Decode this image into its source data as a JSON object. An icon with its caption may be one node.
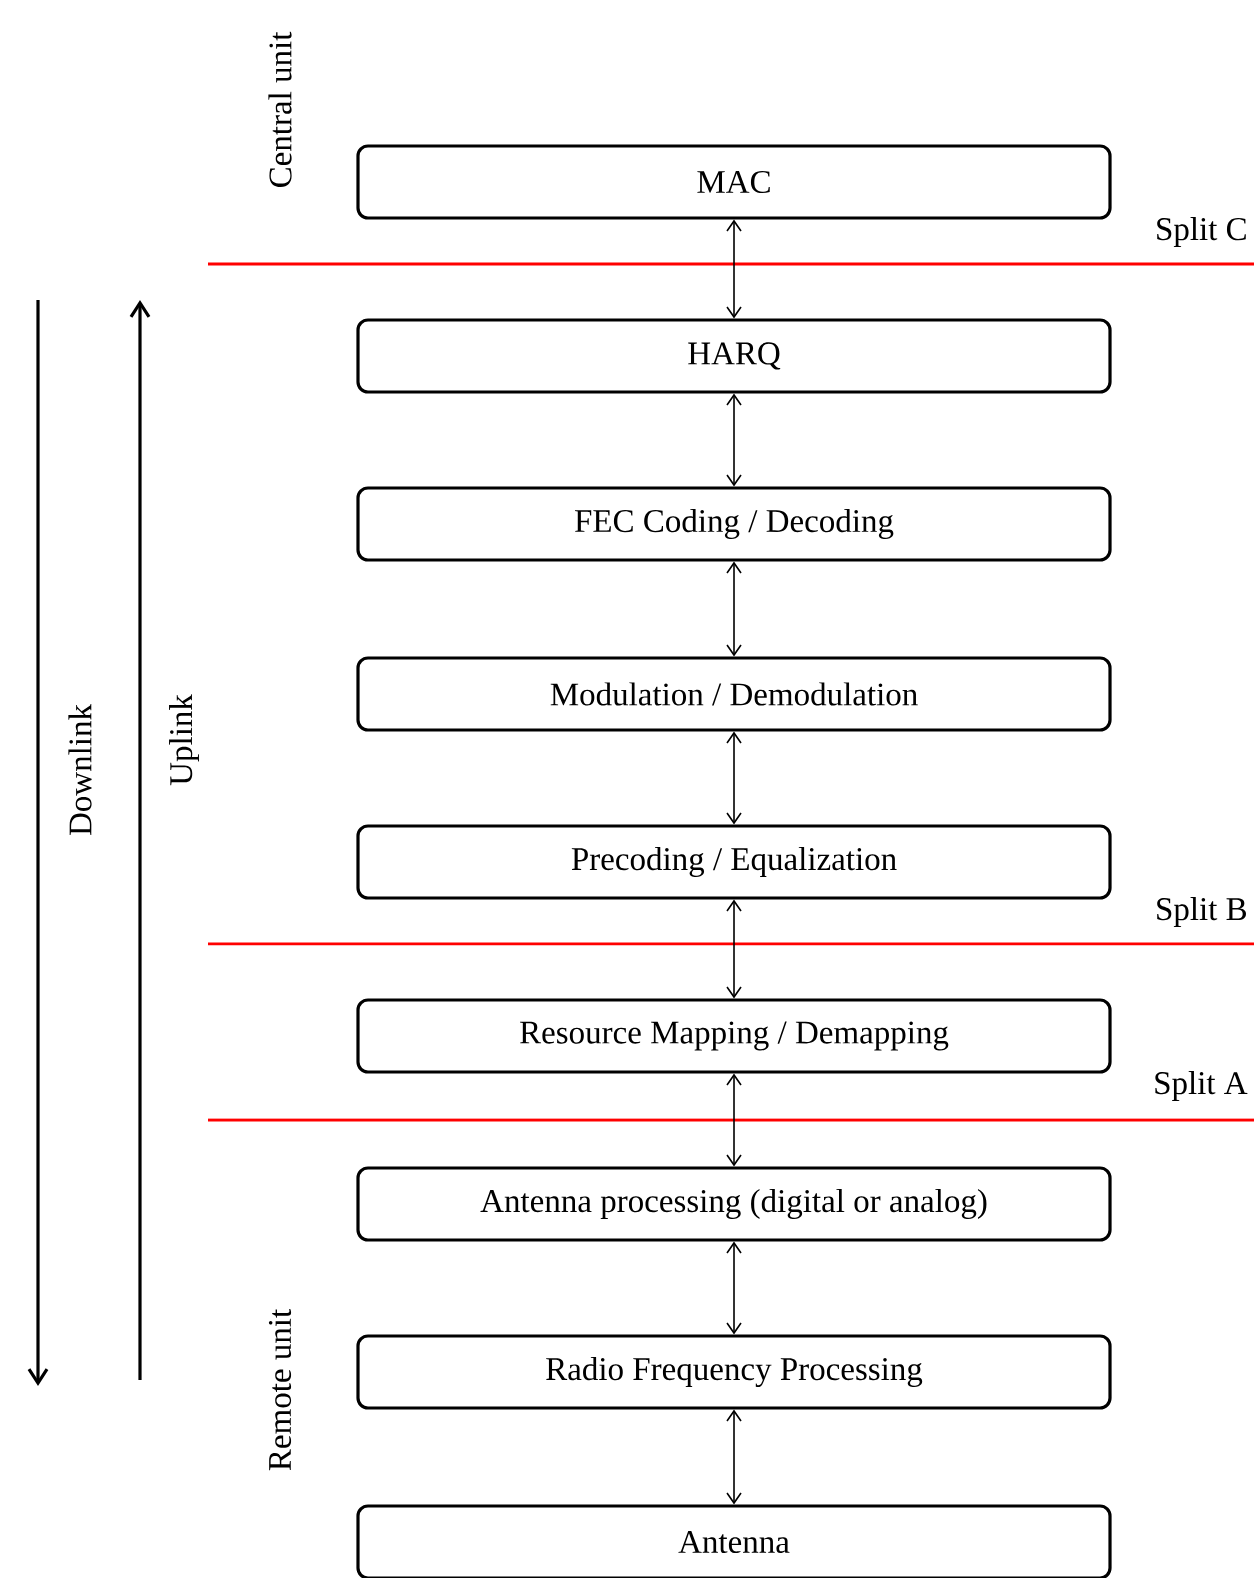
{
  "diagram": {
    "nodes": [
      {
        "text": [
          "MAC"
        ]
      },
      {
        "text": [
          "HARQ"
        ]
      },
      {
        "text": [
          "FEC Coding / Decoding"
        ]
      },
      {
        "text": [
          "Modulation / Demodulation"
        ]
      },
      {
        "text": [
          "Precoding / Equalization"
        ]
      },
      {
        "text": [
          "Resource Mapping / Demapping"
        ]
      },
      {
        "text": [
          "Antenna processing (digital or analog)"
        ]
      },
      {
        "text": [
          "Radio Frequency Processing"
        ]
      },
      {
        "text": [
          "Antenna"
        ]
      }
    ],
    "edges": [
      {
        "from": 0,
        "to": 1,
        "arrow": "both"
      },
      {
        "from": 1,
        "to": 2,
        "arrow": "both"
      },
      {
        "from": 2,
        "to": 3,
        "arrow": "both"
      },
      {
        "from": 3,
        "to": 4,
        "arrow": "both"
      },
      {
        "from": 4,
        "to": 5,
        "arrow": "both"
      },
      {
        "from": 5,
        "to": 6,
        "arrow": "both"
      },
      {
        "from": 6,
        "to": 7,
        "arrow": "both"
      },
      {
        "from": 7,
        "to": 8,
        "arrow": "both"
      }
    ],
    "labels": [
      "Central unit",
      "Split C",
      "Downlink",
      "Uplink",
      "Split B",
      "Split A",
      "Remote unit"
    ]
  }
}
